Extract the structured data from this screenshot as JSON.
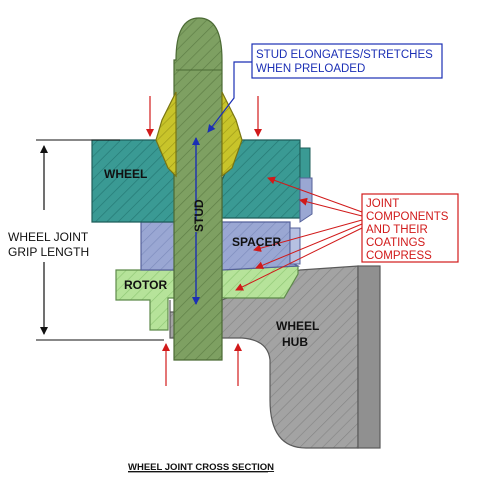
{
  "labels": {
    "wheel": "WHEEL",
    "stud": "STUD",
    "spacer": "SPACER",
    "rotor": "ROTOR",
    "hub_line1": "WHEEL",
    "hub_line2": "HUB",
    "grip_line1": "WHEEL JOINT",
    "grip_line2": "GRIP LENGTH"
  },
  "callouts": {
    "stud_line1": "STUD ELONGATES/STRETCHES",
    "stud_line2": "WHEN PRELOADED",
    "joint_line1": "JOINT",
    "joint_line2": "COMPONENTS",
    "joint_line3": "AND THEIR",
    "joint_line4": "COATINGS",
    "joint_line5": "COMPRESS"
  },
  "caption": "WHEEL JOINT CROSS SECTION",
  "colors": {
    "wheel": "#3a9a94",
    "stud": "#7ea062",
    "lug_nut": "#c8c42a",
    "spacer": "#9aa7d3",
    "rotor": "#b6e39a",
    "hub": "#a3a3a3",
    "blue_callout": "#1b2fb5",
    "red_callout": "#d11a1a"
  }
}
